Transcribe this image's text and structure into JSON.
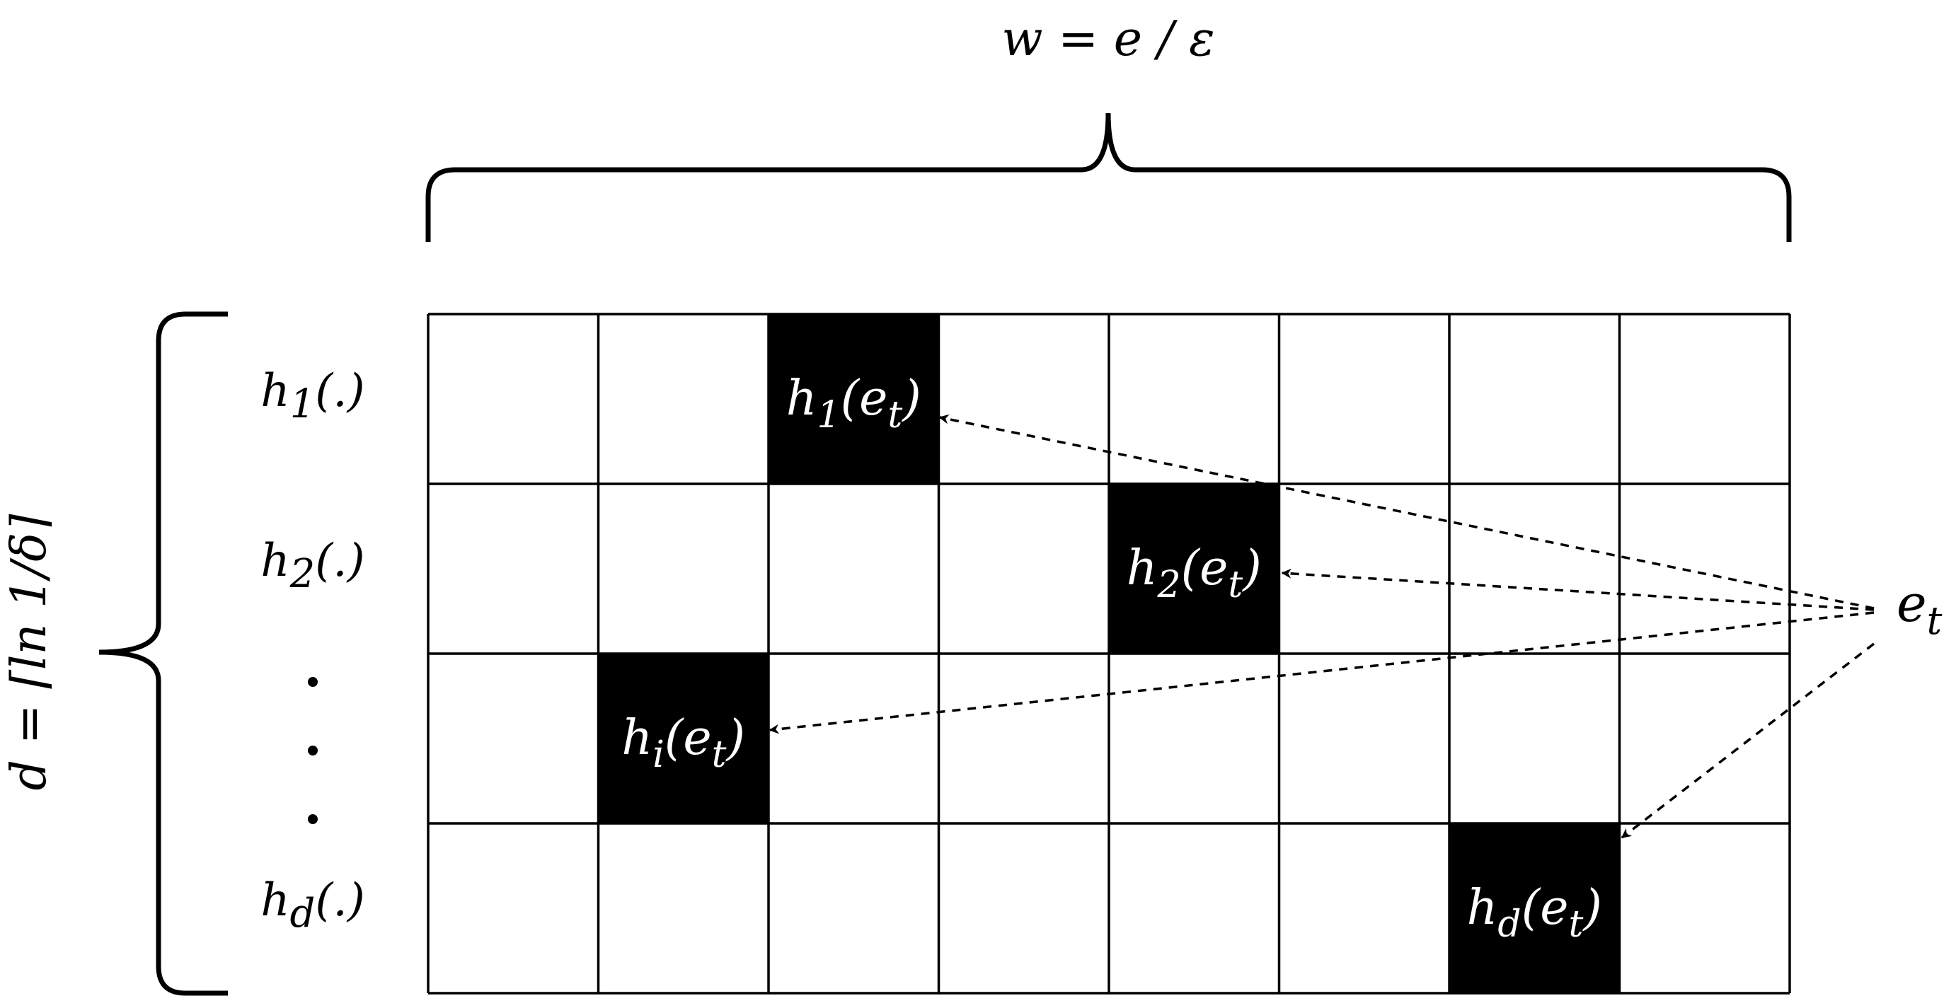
{
  "width_label": "w = e / ε",
  "depth_label": "d = ⌈ln 1/δ⌉",
  "rows": 4,
  "cols": 8,
  "row_labels": [
    {
      "base": "h",
      "sub": "1",
      "tail": "(.)"
    },
    {
      "base": "h",
      "sub": "2",
      "tail": "(.)"
    },
    {
      "base": "",
      "sub": "",
      "tail": ""
    },
    {
      "base": "h",
      "sub": "d",
      "tail": "(.)"
    }
  ],
  "ellipsis": "·",
  "filled_cells": [
    {
      "row": 0,
      "col": 2,
      "base": "h",
      "sub": "1",
      "mid": "(e",
      "sub2": "t",
      "tail": ")"
    },
    {
      "row": 1,
      "col": 4,
      "base": "h",
      "sub": "2",
      "mid": "(e",
      "sub2": "t",
      "tail": ")"
    },
    {
      "row": 2,
      "col": 1,
      "base": "h",
      "sub": "i",
      "mid": "(e",
      "sub2": "t",
      "tail": ")"
    },
    {
      "row": 3,
      "col": 6,
      "base": "h",
      "sub": "d",
      "mid": "(e",
      "sub2": "t",
      "tail": ")"
    }
  ],
  "source": {
    "base": "e",
    "sub": "t"
  },
  "colors": {
    "filled": "#000000",
    "grid": "#000000",
    "background": "#ffffff"
  }
}
